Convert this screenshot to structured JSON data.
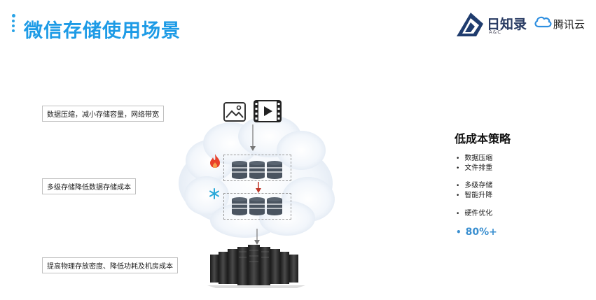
{
  "header": {
    "title": "微信存储使用场景",
    "logo_ac": "日知录",
    "logo_ac_sub": "A&C",
    "logo_tencent": "腾讯云"
  },
  "diagram": {
    "labels": [
      "数据压缩，减小存储容量，网络带宽",
      "多级存储降低数据存储成本",
      "提高物理存放密度、降低功耗及机房成本"
    ]
  },
  "strategy": {
    "title": "低成本策略",
    "group1": [
      "数据压缩",
      "文件排重"
    ],
    "group2": [
      "多级存储",
      "智能升降"
    ],
    "group3": [
      "硬件优化"
    ],
    "result": "80%+"
  },
  "colors": {
    "title_blue": "#1d9be6",
    "accent_blue": "#3a8fd0",
    "hot": "#e8402a",
    "cold": "#2aa8d8",
    "arrow_red": "#c0392b"
  }
}
